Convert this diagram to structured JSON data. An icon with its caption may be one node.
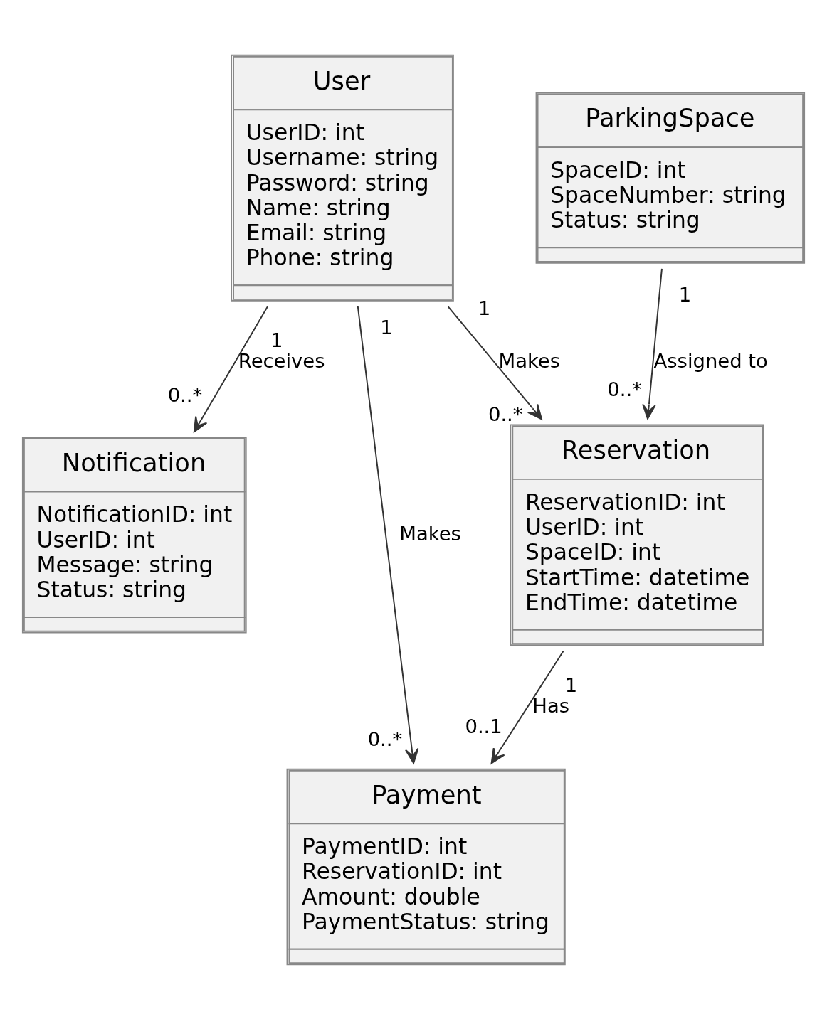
{
  "diagram": {
    "nodes": [
      {
        "text": [
          "User",
          "UserID: int",
          "Username: string",
          "Password: string",
          "Name: string",
          "Email: string",
          "Phone: string"
        ]
      },
      {
        "text": [
          "ParkingSpace",
          "SpaceID: int",
          "SpaceNumber: string",
          "Status: string"
        ]
      },
      {
        "text": [
          "Notification",
          "NotificationID: int",
          "UserID: int",
          "Message: string",
          "Status: string"
        ]
      },
      {
        "text": [
          "Reservation",
          "ReservationID: int",
          "UserID: int",
          "SpaceID: int",
          "StartTime: datetime",
          "EndTime: datetime"
        ]
      },
      {
        "text": [
          "Payment",
          "PaymentID: int",
          "ReservationID: int",
          "Amount: double",
          "PaymentStatus: string"
        ]
      }
    ],
    "edges": [
      {
        "from": 0,
        "to": 2,
        "arrow": "to",
        "label": "Receives"
      },
      {
        "from": 0,
        "to": 3,
        "arrow": "to",
        "label": "Makes"
      },
      {
        "from": 1,
        "to": 3,
        "arrow": "to",
        "label": "Assigned to"
      },
      {
        "from": 0,
        "to": 4,
        "arrow": "to",
        "label": "Makes"
      },
      {
        "from": 3,
        "to": 4,
        "arrow": "to",
        "label": "Has"
      }
    ],
    "labels": [
      "1",
      "0..*",
      "1",
      "0..*",
      "1",
      "0..*",
      "1",
      "0..*",
      "1",
      "0..1"
    ]
  }
}
